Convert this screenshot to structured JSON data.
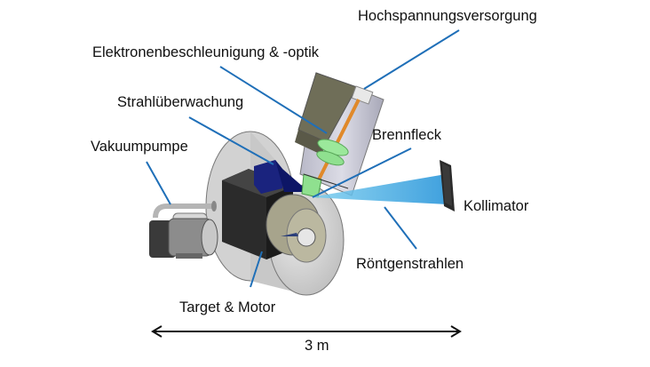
{
  "diagram": {
    "title": "Röntgenquelle – Aufbau",
    "labels": {
      "high_voltage": "Hochspannungsversorgung",
      "electron_optics": "Elektronenbeschleunigung & -optik",
      "beam_monitoring": "Strahlüberwachung",
      "vacuum_pump": "Vakuumpumpe",
      "focal_spot": "Brennfleck",
      "collimator": "Kollimator",
      "xrays": "Röntgenstrahlen",
      "target_motor": "Target & Motor"
    },
    "scale": {
      "label": "3 m",
      "length_value": 3,
      "unit": "m"
    },
    "colors": {
      "leader_line": "#1f6fb8",
      "beam": "#33aadd",
      "electron_beam": "#e0892a",
      "lens": "#8fe08f",
      "detector_block": "#1a237e",
      "housing": "#c9c9d6",
      "chamber": "#d6d6d6",
      "motor": "#2a2a2a"
    }
  }
}
